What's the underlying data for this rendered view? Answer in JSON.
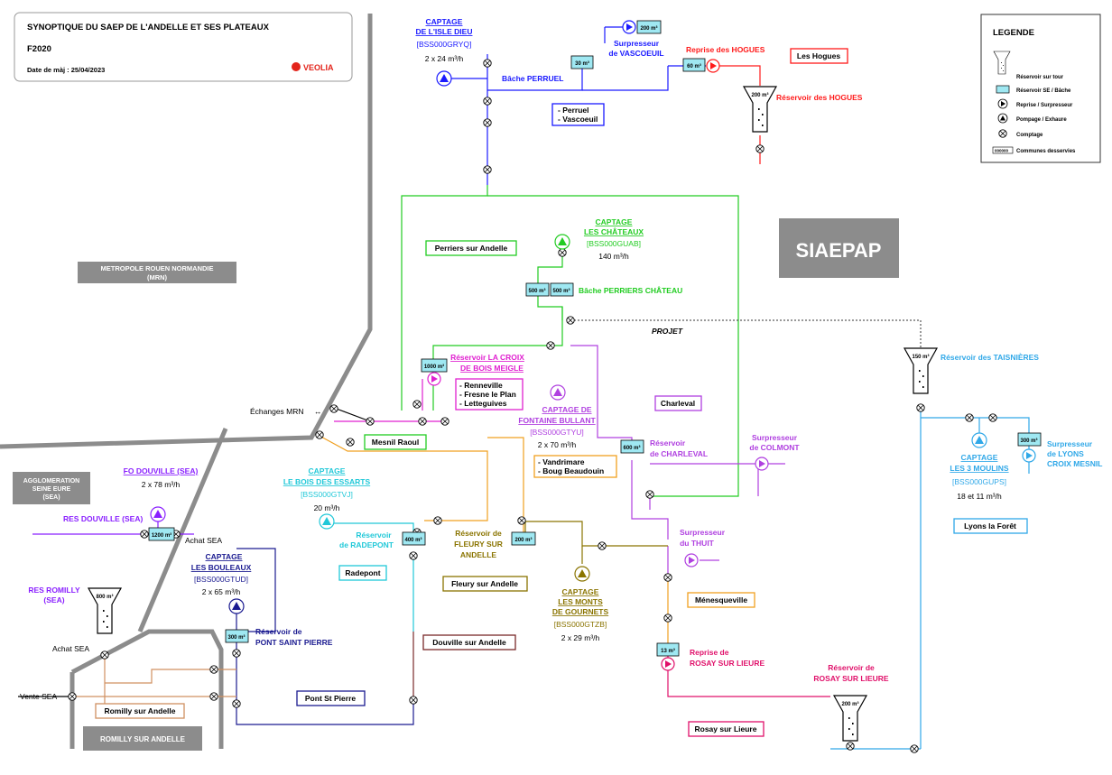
{
  "header": {
    "title": "SYNOPTIQUE DU SAEP DE L'ANDELLE ET SES PLATEAUX",
    "code": "F2020",
    "date": "Date de màj : 25/04/2023",
    "logo": "VEOLIA"
  },
  "legend": {
    "title": "LEGENDE",
    "items": [
      "Réservoir sur tour",
      "Réservoir SE / Bâche",
      "Reprise / Surpresseur",
      "Pompage / Exhaure",
      "Comptage",
      "Communes desservies"
    ],
    "sample_code": "000000"
  },
  "colors": {
    "green": "#22cc22",
    "blue": "#1a1aff",
    "red": "#ff1a1a",
    "purple": "#b040e0",
    "magenta": "#e020d0",
    "olive": "#8a7400",
    "orange": "#f0a020",
    "cyan": "#20c8d8",
    "navy": "#1a1a90",
    "brown": "#7a2a2a",
    "violet": "#8a20ff",
    "tan": "#d09060",
    "lightblue": "#30a8e8",
    "crimson": "#e0106a",
    "darkred": "#c01030"
  },
  "areas": {
    "siaepap": "SIAEPAP",
    "metropole": [
      "METROPOLE ROUEN NORMANDIE",
      "(MRN)"
    ],
    "agglo": [
      "AGGLOMERATION",
      "SEINE EURE",
      "(SEA)"
    ],
    "romilly": "ROMILLY SUR ANDELLE"
  },
  "nodes": {
    "isle_dieu": {
      "name": [
        "CAPTAGE",
        "DE L'ISLE DIEU"
      ],
      "code": "[BSS000GRYQ]",
      "flow": "2 x 24 m³/h"
    },
    "perruel": {
      "name": "Bâche PERRUEL"
    },
    "vascoeuil": {
      "name": [
        "Surpresseur",
        "de VASCOEUIL"
      ],
      "vol": "30 m³",
      "vol2": "200 m³"
    },
    "hogues_reprise": {
      "name": "Reprise des HOGUES",
      "vol": "60 m³"
    },
    "hogues_res": {
      "name": "Réservoir des HOGUES",
      "vol": "200 m³"
    },
    "chateaux": {
      "name": [
        "CAPTAGE",
        "LES CHÂTEAUX"
      ],
      "code": "[BSS000GUAB]",
      "flow": "140 m³/h"
    },
    "perriers_bache": {
      "name": "Bâche PERRIERS CHÂTEAU",
      "vol1": "500 m³",
      "vol2": "500 m³"
    },
    "projet": "PROJET",
    "la_croix": {
      "name": [
        "Réservoir LA CROIX",
        "DE BOIS MEIGLE"
      ],
      "vol": "1000 m³"
    },
    "fontaine": {
      "name": [
        "CAPTAGE DE",
        "FONTAINE BULLANT"
      ],
      "code": "[BSS000GTYU]",
      "flow": "2 x 70 m³/h"
    },
    "charleval_res": {
      "name": [
        "Réservoir",
        "de CHARLEVAL"
      ],
      "vol": "600 m³"
    },
    "colmont": {
      "name": [
        "Surpresseur",
        "de COLMONT"
      ]
    },
    "taisnieres": {
      "name": "Réservoir des TAISNIÈRES",
      "vol": "150 m³"
    },
    "trois_moulins": {
      "name": [
        "CAPTAGE",
        "LES 3 MOULINS"
      ],
      "code": "[BSS000GUPS]",
      "flow": "18 et 11 m³/h"
    },
    "lyons_surp": {
      "name": [
        "Surpresseur",
        "de LYONS",
        "CROIX MESNIL"
      ],
      "vol": "300 m³"
    },
    "essarts": {
      "name": [
        "CAPTAGE",
        "LE BOIS DES ESSARTS"
      ],
      "code": "[BSS000GTVJ]",
      "flow": "20 m³/h"
    },
    "radepont_res": {
      "name": [
        "Réservoir",
        "de RADEPONT"
      ],
      "vol": "400 m³"
    },
    "fleury_res": {
      "name": [
        "Réservoir de",
        "FLEURY SUR",
        "ANDELLE"
      ],
      "vol": "200 m³"
    },
    "gournets": {
      "name": [
        "CAPTAGE",
        "LES MONTS",
        "DE GOURNETS"
      ],
      "code": "[BSS000GTZB]",
      "flow": "2 x 29 m³/h"
    },
    "thuit": {
      "name": [
        "Surpresseur",
        "du THUIT"
      ]
    },
    "rosay_reprise": {
      "name": [
        "Reprise de",
        "ROSAY SUR LIEURE"
      ],
      "vol": "13 m³"
    },
    "rosay_res": {
      "name": [
        "Réservoir de",
        "ROSAY SUR LIEURE"
      ],
      "vol": "200 m³"
    },
    "fo_douville": {
      "name": "FO DOUVILLE (SEA)",
      "flow": "2 x 78 m³/h"
    },
    "res_douville": {
      "name": "RES DOUVILLE (SEA)",
      "vol": "1200 m³"
    },
    "achat_sea_1": "Achat SEA",
    "bouleaux": {
      "name": [
        "CAPTAGE",
        "LES BOULEAUX"
      ],
      "code": "[BSS000GTUD]",
      "flow": "2 x 65 m³/h"
    },
    "pont_st_pierre_res": {
      "name": [
        "Réservoir de",
        "PONT SAINT PIERRE"
      ],
      "vol": "300 m³"
    },
    "res_romilly": {
      "name": [
        "RES ROMILLY",
        "(SEA)"
      ],
      "vol": "800 m³"
    },
    "achat_sea_2": "Achat SEA",
    "vente_sea": "Vente SEA",
    "echanges_mrn": "Échanges MRN"
  },
  "communes": {
    "hogues": "Les Hogues",
    "perruel_vasc": [
      "- Perruel",
      "- Vascoeuil"
    ],
    "perriers": "Perriers sur Andelle",
    "renneville": [
      "- Renneville",
      "- Fresne le Plan",
      "- Letteguives"
    ],
    "charleval": "Charleval",
    "vandrimare": [
      "- Vandrimare",
      "- Boug Beaudouin"
    ],
    "mesnil": "Mesnil Raoul",
    "radepont": "Radepont",
    "fleury": "Fleury sur Andelle",
    "menesqueville": "Ménesqueville",
    "douville": "Douville sur Andelle",
    "pont_st_pierre": "Pont St Pierre",
    "romilly": "Romilly sur Andelle",
    "rosay": "Rosay sur Lieure",
    "lyons": "Lyons la Forêt"
  }
}
